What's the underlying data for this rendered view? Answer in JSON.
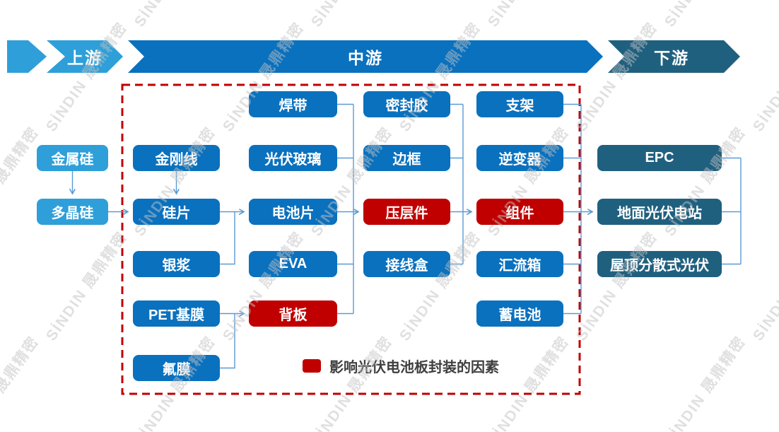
{
  "banner": {
    "upstream_label": "上游",
    "midstream_label": "中游",
    "downstream_label": "下游"
  },
  "upstream": {
    "metal_silicon": "金属硅",
    "polysilicon": "多晶硅"
  },
  "midstream": {
    "column1": {
      "diamond_wire": "金刚线",
      "silicon_wafer": "硅片",
      "silver_paste": "银浆",
      "pet_base_film": "PET基膜",
      "fluorine_film": "氟膜"
    },
    "column2": {
      "welding_ribbon": "焊带",
      "pv_glass": "光伏玻璃",
      "solar_cell": "电池片",
      "eva": "EVA",
      "backsheet": "背板"
    },
    "column3": {
      "sealant": "密封胶",
      "frame": "边框",
      "laminate": "压层件",
      "junction_box": "接线盒"
    },
    "column4": {
      "bracket": "支架",
      "inverter": "逆变器",
      "module": "组件",
      "combiner_box": "汇流箱",
      "battery": "蓄电池"
    },
    "highlight_items": [
      "压层件",
      "组件",
      "背板"
    ]
  },
  "downstream": {
    "epc": "EPC",
    "ground_station": "地面光伏电站",
    "rooftop_pv": "屋顶分散式光伏"
  },
  "legend": {
    "label": "影响光伏电池板封装的因素"
  },
  "watermark": {
    "text": "SİNDIN 晟鼎精密"
  },
  "colors": {
    "light_blue": "#2E9FD9",
    "blue": "#0A71BE",
    "teal": "#20607F",
    "red": "#C00000",
    "connector": "#5B9BD5",
    "dashed_border": "#C00000",
    "legend_text": "#3F3F3F"
  }
}
